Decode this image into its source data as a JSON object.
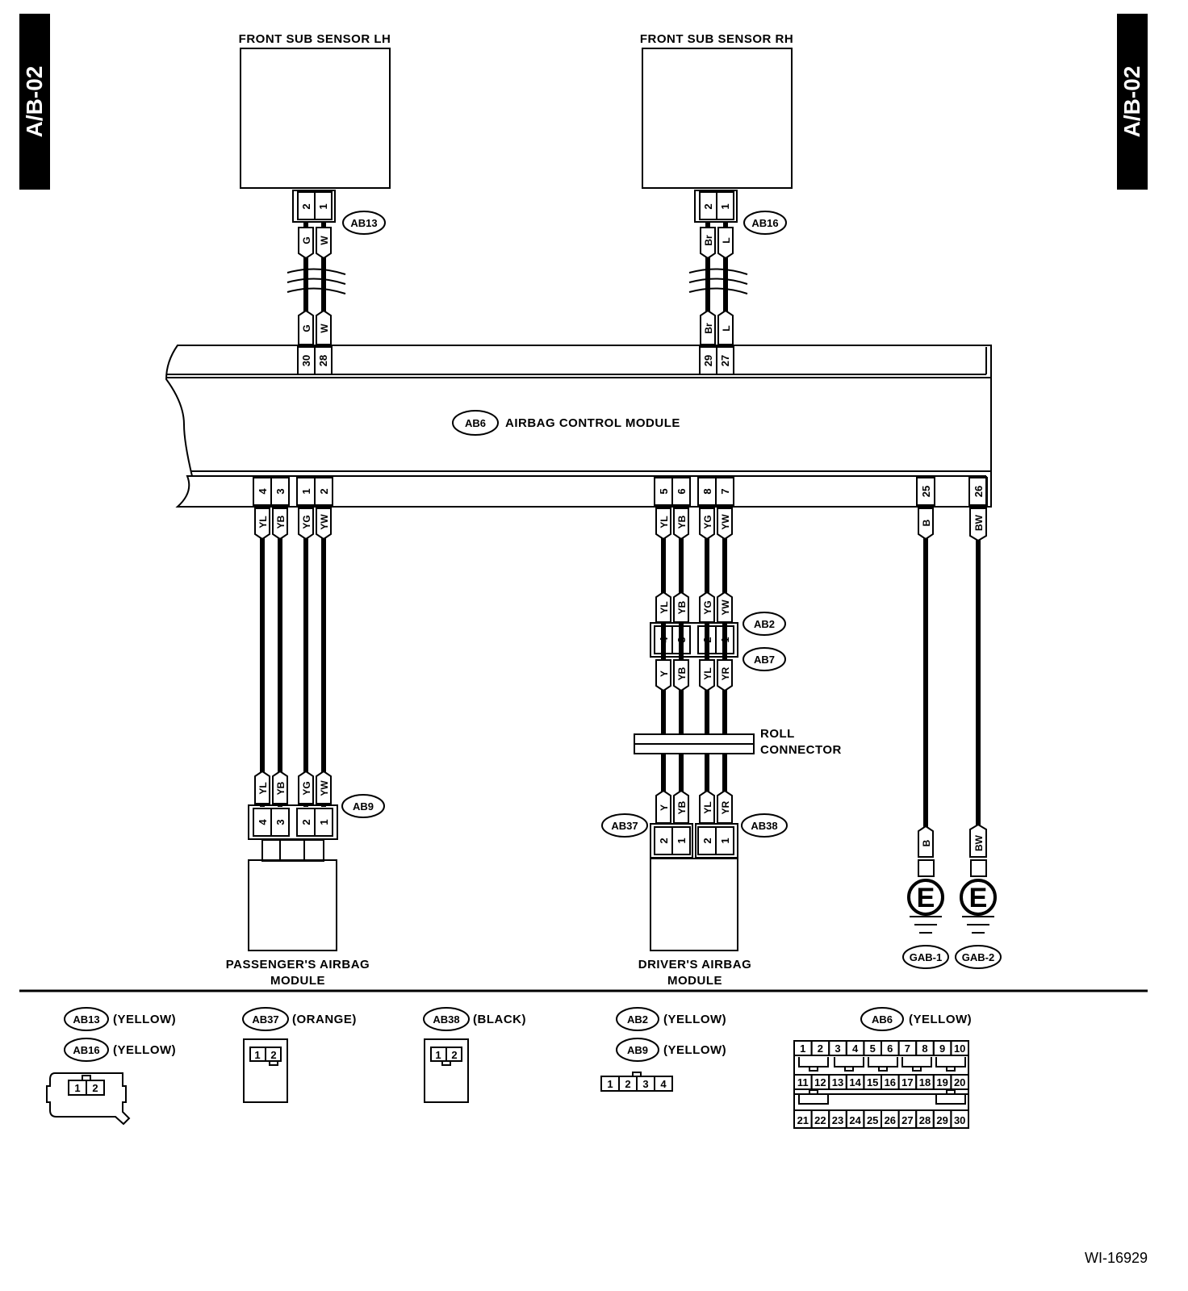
{
  "page_tag": "A/B-02",
  "doc_code": "WI-16929",
  "components": {
    "front_sub_sensor_lh": "FRONT SUB SENSOR LH",
    "front_sub_sensor_rh": "FRONT SUB SENSOR RH",
    "airbag_control_module": "AIRBAG CONTROL MODULE",
    "passenger_airbag_line1": "PASSENGER'S AIRBAG",
    "passenger_airbag_line2": "MODULE",
    "driver_airbag_line1": "DRIVER'S AIRBAG",
    "driver_airbag_line2": "MODULE",
    "roll_connector_line1": "ROLL",
    "roll_connector_line2": "CONNECTOR"
  },
  "connector_tags": {
    "ab13": "AB13",
    "ab16": "AB16",
    "ab6": "AB6",
    "ab2": "AB2",
    "ab7": "AB7",
    "ab9": "AB9",
    "ab37": "AB37",
    "ab38": "AB38",
    "gab1": "GAB-1",
    "gab2": "GAB-2"
  },
  "ground_symbol": "E",
  "lh_sensor": {
    "pins": [
      "2",
      "1"
    ],
    "wires": [
      "G",
      "W"
    ],
    "acm_pins": [
      "30",
      "28"
    ]
  },
  "rh_sensor": {
    "pins": [
      "2",
      "1"
    ],
    "wires": [
      "Br",
      "L"
    ],
    "acm_pins": [
      "29",
      "27"
    ]
  },
  "passenger_circuit": {
    "acm_pins": [
      "4",
      "3",
      "1",
      "2"
    ],
    "wires": [
      "YL",
      "YB",
      "YG",
      "YW"
    ],
    "ab9_pins": [
      "4",
      "3",
      "2",
      "1"
    ]
  },
  "driver_circuit": {
    "acm_pins": [
      "5",
      "6",
      "8",
      "7"
    ],
    "wires_upper": [
      "YL",
      "YB",
      "YG",
      "YW"
    ],
    "ab2_pins": [
      "4",
      "3",
      "2",
      "1"
    ],
    "wires_middle": [
      "Y",
      "YB",
      "YL",
      "YR"
    ],
    "wires_lower": [
      "Y",
      "YB",
      "YL",
      "YR"
    ],
    "ab37_pins": [
      "2",
      "1"
    ],
    "ab38_pins": [
      "2",
      "1"
    ]
  },
  "ground_circuit": {
    "acm_pins": [
      "25",
      "26"
    ],
    "wires": [
      "B",
      "BW"
    ]
  },
  "legend": {
    "ab13_color": "(YELLOW)",
    "ab16_color": "(YELLOW)",
    "ab37_color": "(ORANGE)",
    "ab38_color": "(BLACK)",
    "ab2_color": "(YELLOW)",
    "ab9_color": "(YELLOW)",
    "ab6_color": "(YELLOW)",
    "pins_2": [
      "1",
      "2"
    ],
    "pins_4": [
      "1",
      "2",
      "3",
      "4"
    ],
    "ab6_rows": [
      [
        "1",
        "2",
        "3",
        "4",
        "5",
        "6",
        "7",
        "8",
        "9",
        "10"
      ],
      [
        "11",
        "12",
        "13",
        "14",
        "15",
        "16",
        "17",
        "18",
        "19",
        "20"
      ],
      [
        "21",
        "22",
        "23",
        "24",
        "25",
        "26",
        "27",
        "28",
        "29",
        "30"
      ]
    ]
  }
}
